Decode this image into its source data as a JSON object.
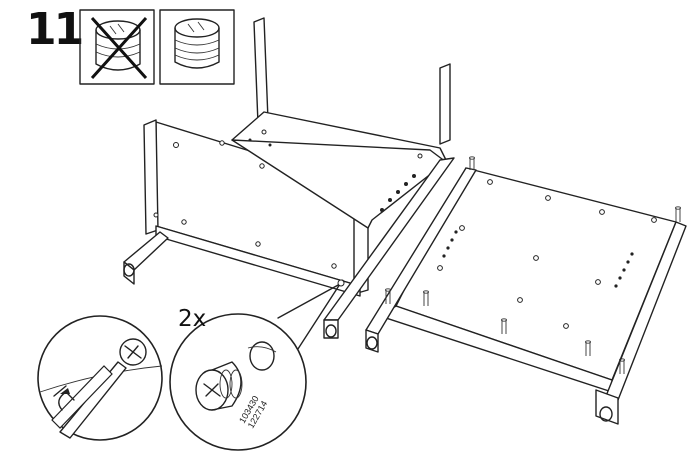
{
  "step": {
    "number": "11"
  },
  "callout": {
    "quantity": "2x"
  },
  "part_codes": [
    "103430",
    "122714"
  ],
  "icons": {
    "wrong_fitting": "cam-lock-crossed-icon",
    "correct_fitting": "cam-lock-correct-icon",
    "screwdriver": "screwdriver-icon"
  },
  "colors": {
    "ink": "#222222",
    "background": "#ffffff"
  }
}
